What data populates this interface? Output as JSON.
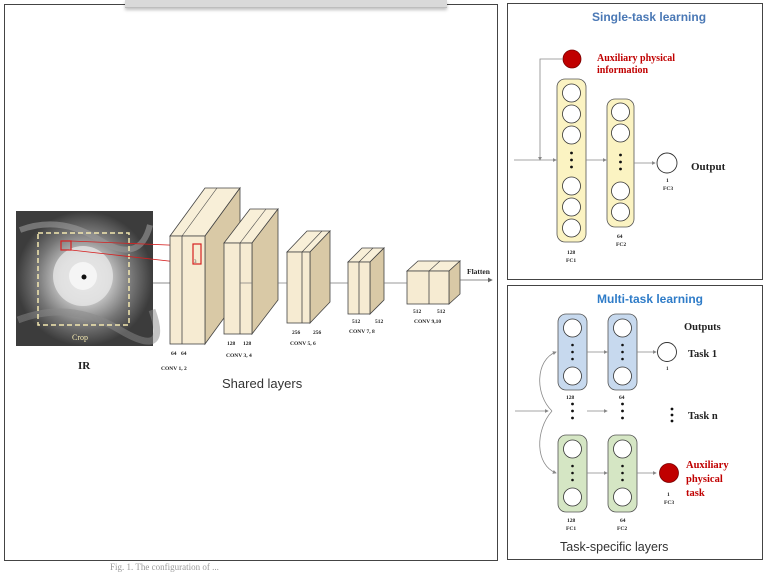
{
  "figure": {
    "shared_layers_label": "Shared layers",
    "task_specific_label": "Task-specific layers",
    "caption": "Fig. 1. The configuration of ..."
  },
  "ir": {
    "label": "IR",
    "crop_label": "Crop"
  },
  "cnn": {
    "flatten_label": "Flatten",
    "blocks": [
      {
        "channels_a": "64",
        "channels_b": "64",
        "name": "CONV 1, 2"
      },
      {
        "channels_a": "128",
        "channels_b": "128",
        "name": "CONV 3, 4"
      },
      {
        "channels_a": "256",
        "channels_b": "256",
        "name": "CONV 5, 6"
      },
      {
        "channels_a": "512",
        "channels_b": "512",
        "name": "CONV 7, 8"
      },
      {
        "channels_a": "512",
        "channels_b": "512",
        "name": "CONV 9,10"
      }
    ],
    "kernel_label": "3"
  },
  "single_task": {
    "title": "Single-task learning",
    "aux_label_line1": "Auxiliary physical",
    "aux_label_line2": "information",
    "output_label": "Output",
    "fc1_units": "128",
    "fc1_name": "FC1",
    "fc2_units": "64",
    "fc2_name": "FC2",
    "fc3_units": "1",
    "fc3_name": "FC3"
  },
  "multi_task": {
    "title": "Multi-task learning",
    "outputs_label": "Outputs",
    "task1_label": "Task 1",
    "task1_units": "1",
    "taskn_label": "Task n",
    "aux_line1": "Auxiliary",
    "aux_line2": "physical",
    "aux_line3": "task",
    "fc1_units": "128",
    "fc2_units": "64",
    "fc1_units_bottom": "128",
    "fc1_name": "FC1",
    "fc2_units_bottom": "64",
    "fc2_name": "FC2",
    "fc3_units": "1",
    "fc3_name": "FC3"
  },
  "colors": {
    "single_node_fill": "#fbf3c2",
    "multi_blue": "#c7d9ee",
    "multi_green": "#d5e6c4",
    "aux_red": "#c00000",
    "title_blue": "#4a78b5",
    "block_fill": "#f6ebd2"
  }
}
